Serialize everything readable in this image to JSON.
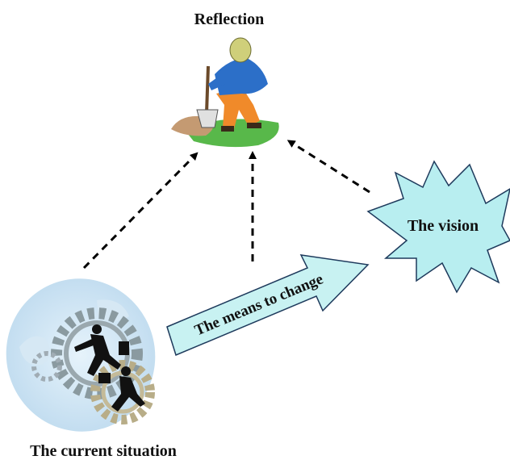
{
  "labels": {
    "reflection": "Reflection",
    "vision": "The vision",
    "means": "The means to change",
    "current": "The current situation"
  },
  "icons": {
    "reflection": "digging-figure-icon",
    "current": "gears-running-businessmen-icon",
    "vision": "starburst-shape"
  },
  "colors": {
    "arrow_fill": "#c8f2f2",
    "burst_fill": "#b8eef0",
    "outline": "#1e3a5c",
    "dash": "#000000",
    "text": "#111111"
  }
}
